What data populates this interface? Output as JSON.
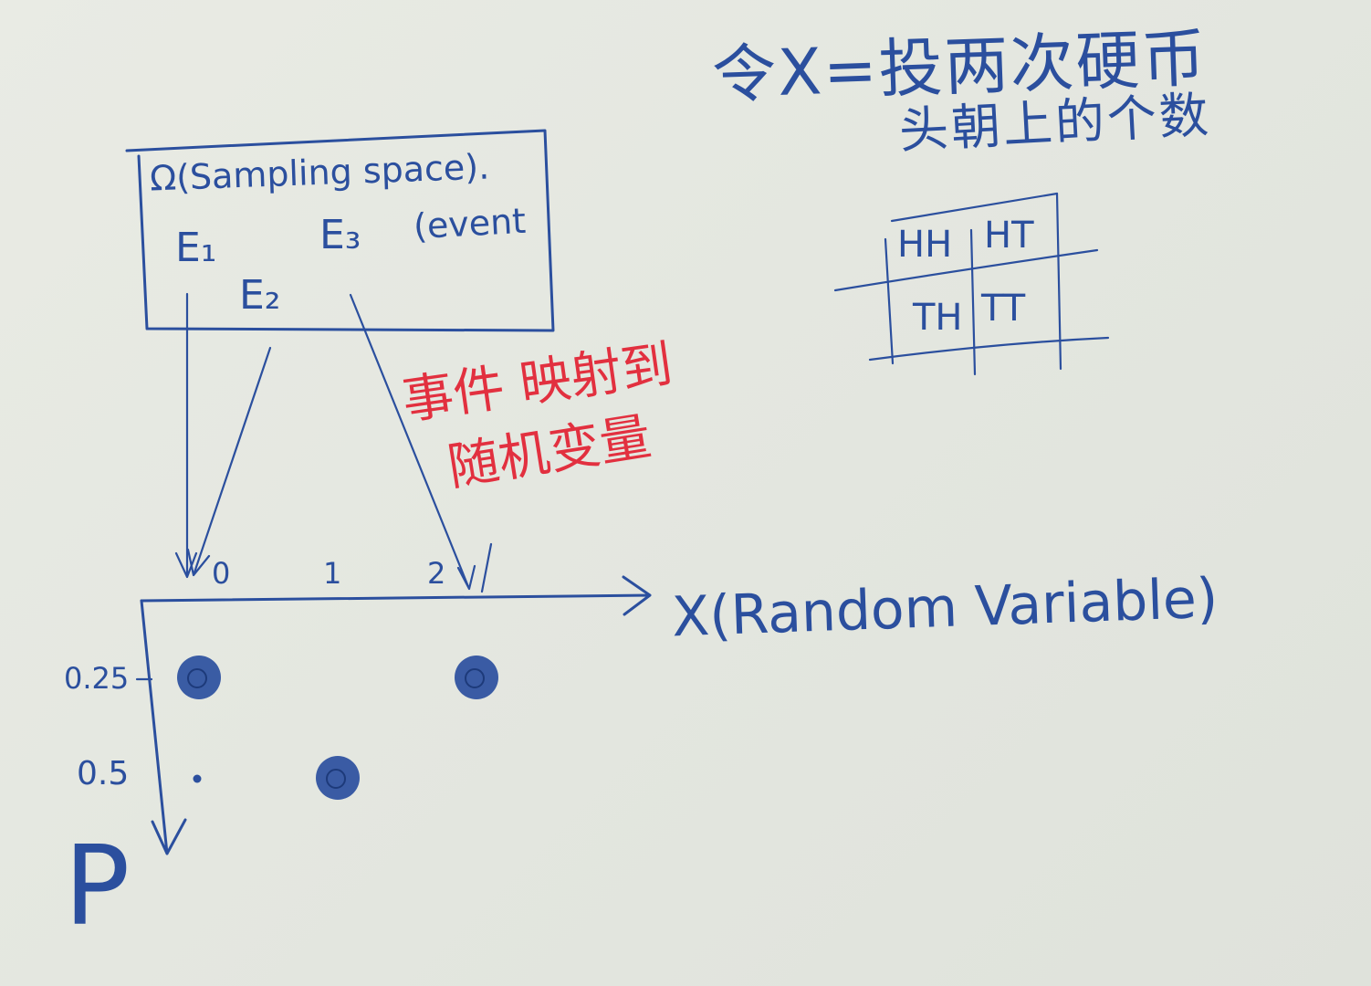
{
  "colors": {
    "board": "#e6e8e2",
    "blue_ink": "#2b4f9e",
    "red_ink": "#e2303f"
  },
  "definition": {
    "line1": "令X=投两次硬币",
    "line2": "头朝上的个数"
  },
  "outcome_table": {
    "cells": [
      "HH",
      "HT",
      "TH",
      "TT"
    ]
  },
  "sample_space": {
    "title": "Ω(Sampling space).",
    "events": [
      "E₁",
      "E₂",
      "E₃"
    ],
    "event_label": "(event"
  },
  "mapping_note": {
    "line1": "事件 映射到",
    "line2": "随机变量"
  },
  "x_axis": {
    "label": "X(Random Variable)",
    "ticks": [
      "0",
      "1",
      "2"
    ]
  },
  "p_axis": {
    "label": "P",
    "ticks": [
      "0.25",
      "0.5"
    ]
  },
  "chart_data": {
    "type": "scatter",
    "x": [
      0,
      1,
      2
    ],
    "y": [
      0.25,
      0.5,
      0.25
    ],
    "xlabel": "X(Random Variable)",
    "ylabel": "P"
  }
}
